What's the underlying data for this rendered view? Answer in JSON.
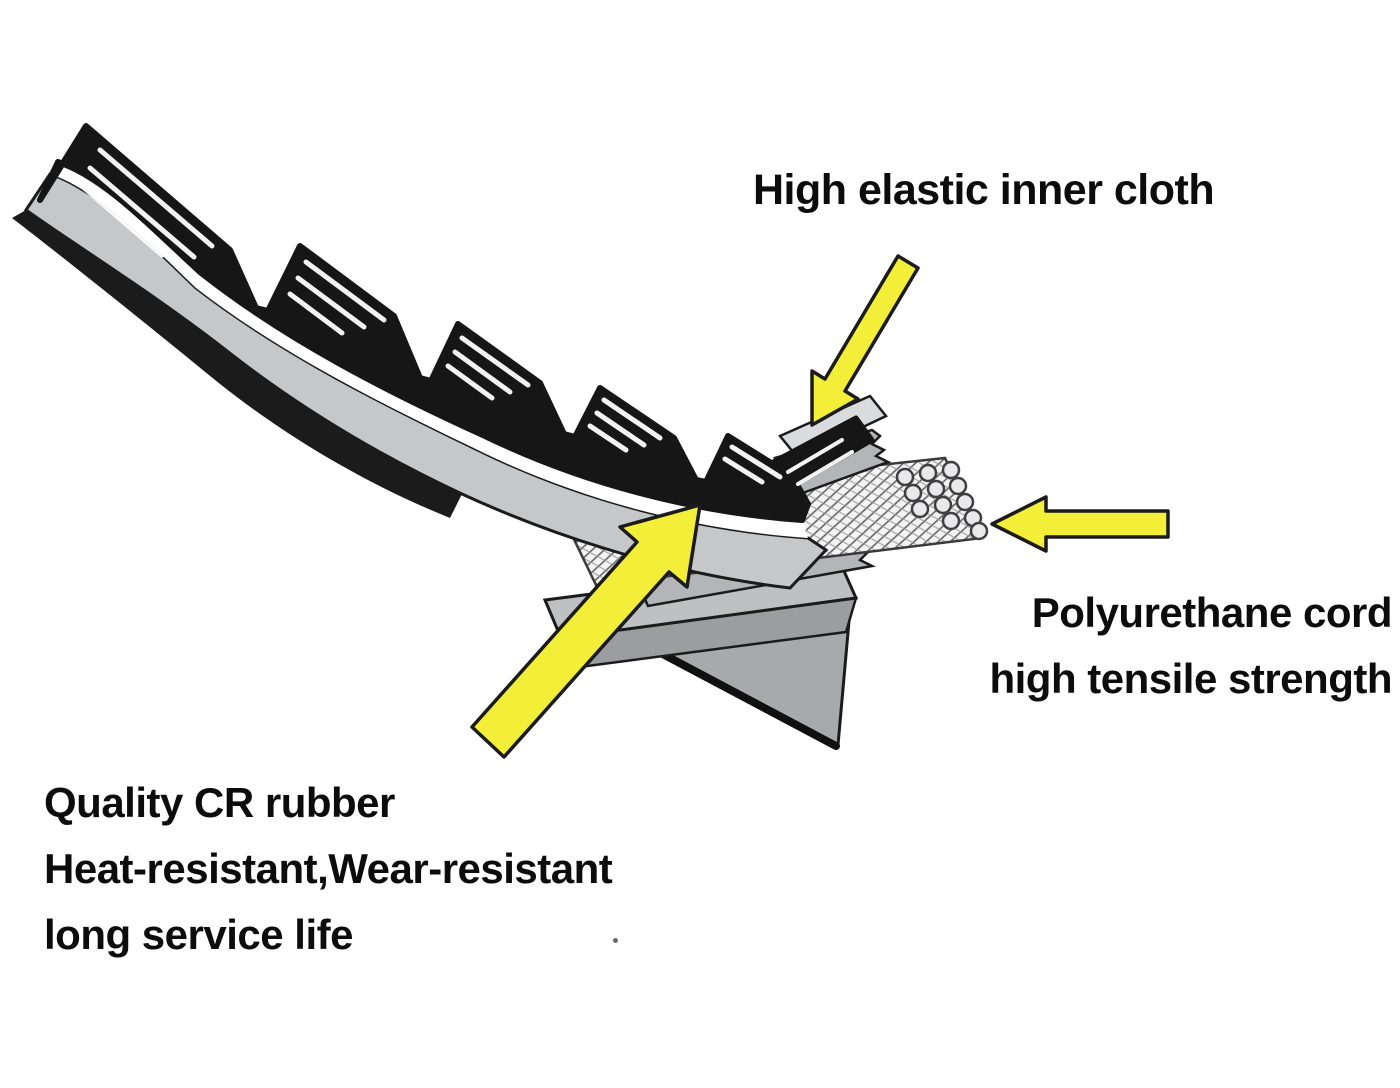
{
  "illustration": {
    "subject": "timing-belt-layer-structure",
    "colors": {
      "belt_black": "#161616",
      "belt_gray": "#c6c7c9",
      "layer_gray": "#b3b5b8",
      "slab_gray": "#bfc0c2",
      "tail_gray": "#a7a9ac",
      "highlight_white": "#ffffff",
      "cord_white": "#f4f4f5",
      "arrow_yellow": "#f3ef39",
      "outline": "#1b1b1b"
    }
  },
  "labels": {
    "inner_cloth": "High elastic inner cloth",
    "cord_line1": "Polyurethane cord",
    "cord_line2": "high tensile strength",
    "rubber_line1": "Quality CR rubber",
    "rubber_line2": "Heat-resistant,Wear-resistant",
    "rubber_line3": "long service life"
  }
}
